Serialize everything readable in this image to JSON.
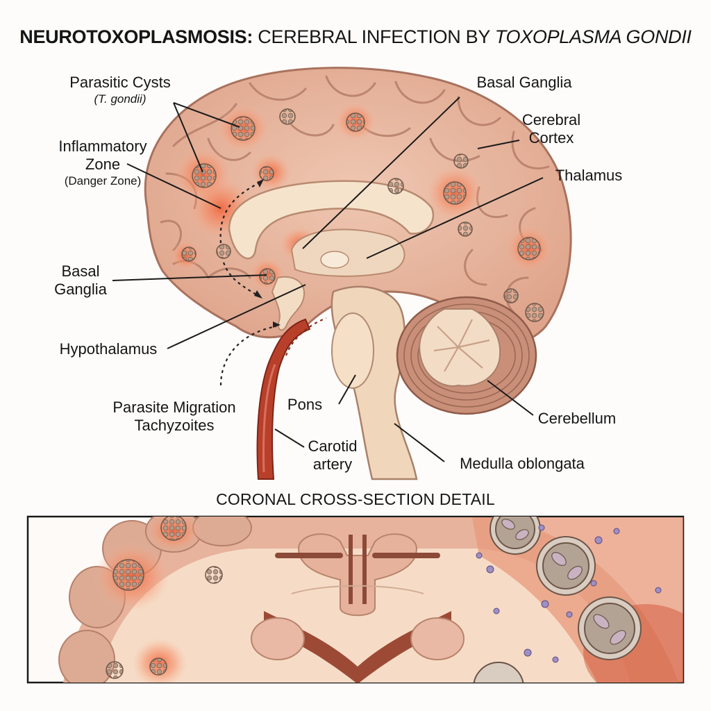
{
  "title": {
    "strong": "NEUROTOXOPLASMOSIS:",
    "normal": " CEREBRAL INFECTION BY ",
    "italic": "TOXOPLASMA GONDII"
  },
  "labels": {
    "parasitic_cysts": "Parasitic Cysts",
    "parasitic_cysts_sub": "(T. gondii)",
    "inflammatory_zone_1": "Inflammatory",
    "inflammatory_zone_2": "Zone",
    "inflammatory_zone_sub": "(Danger Zone)",
    "basal_ganglia_left_1": "Basal",
    "basal_ganglia_left_2": "Ganglia",
    "hypothalamus": "Hypothalamus",
    "parasite_migration_1": "Parasite Migration",
    "parasite_migration_2": "Tachyzoites",
    "pons": "Pons",
    "carotid_1": "Carotid",
    "carotid_2": "artery",
    "basal_ganglia_top": "Basal Ganglia",
    "cerebral_cortex_1": "Cerebral",
    "cerebral_cortex_2": "Cortex",
    "thalamus": "Thalamus",
    "cerebellum": "Cerebellum",
    "medulla": "Medulla oblongata"
  },
  "section_title": "CORONAL CROSS-SECTION DETAIL",
  "colors": {
    "brain": "#e9b9a3",
    "brain_dark": "#c98e78",
    "inflammation": "#f07a4e",
    "white_matter": "#f5dcc2",
    "artery": "#b8402b"
  }
}
